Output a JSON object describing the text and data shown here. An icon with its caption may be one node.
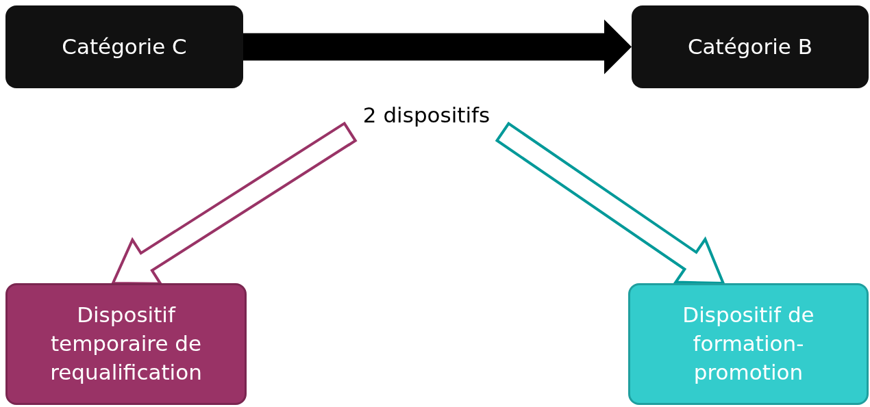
{
  "diagram": {
    "nodes": [
      {
        "text": [
          "Catégorie C"
        ]
      },
      {
        "text": [
          "Catégorie B"
        ]
      },
      {
        "text": [
          "2 dispositifs"
        ]
      },
      {
        "text": [
          "Dispositif temporaire de requalification"
        ]
      },
      {
        "text": [
          "Dispositif de formation-promotion"
        ]
      }
    ],
    "edges": [
      {
        "from": 0,
        "to": 1,
        "arrow": "to",
        "style": "thick"
      },
      {
        "from": 2,
        "to": 3,
        "arrow": "to",
        "color": "#993366"
      },
      {
        "from": 2,
        "to": 4,
        "arrow": "to",
        "color": "#009999"
      }
    ]
  }
}
